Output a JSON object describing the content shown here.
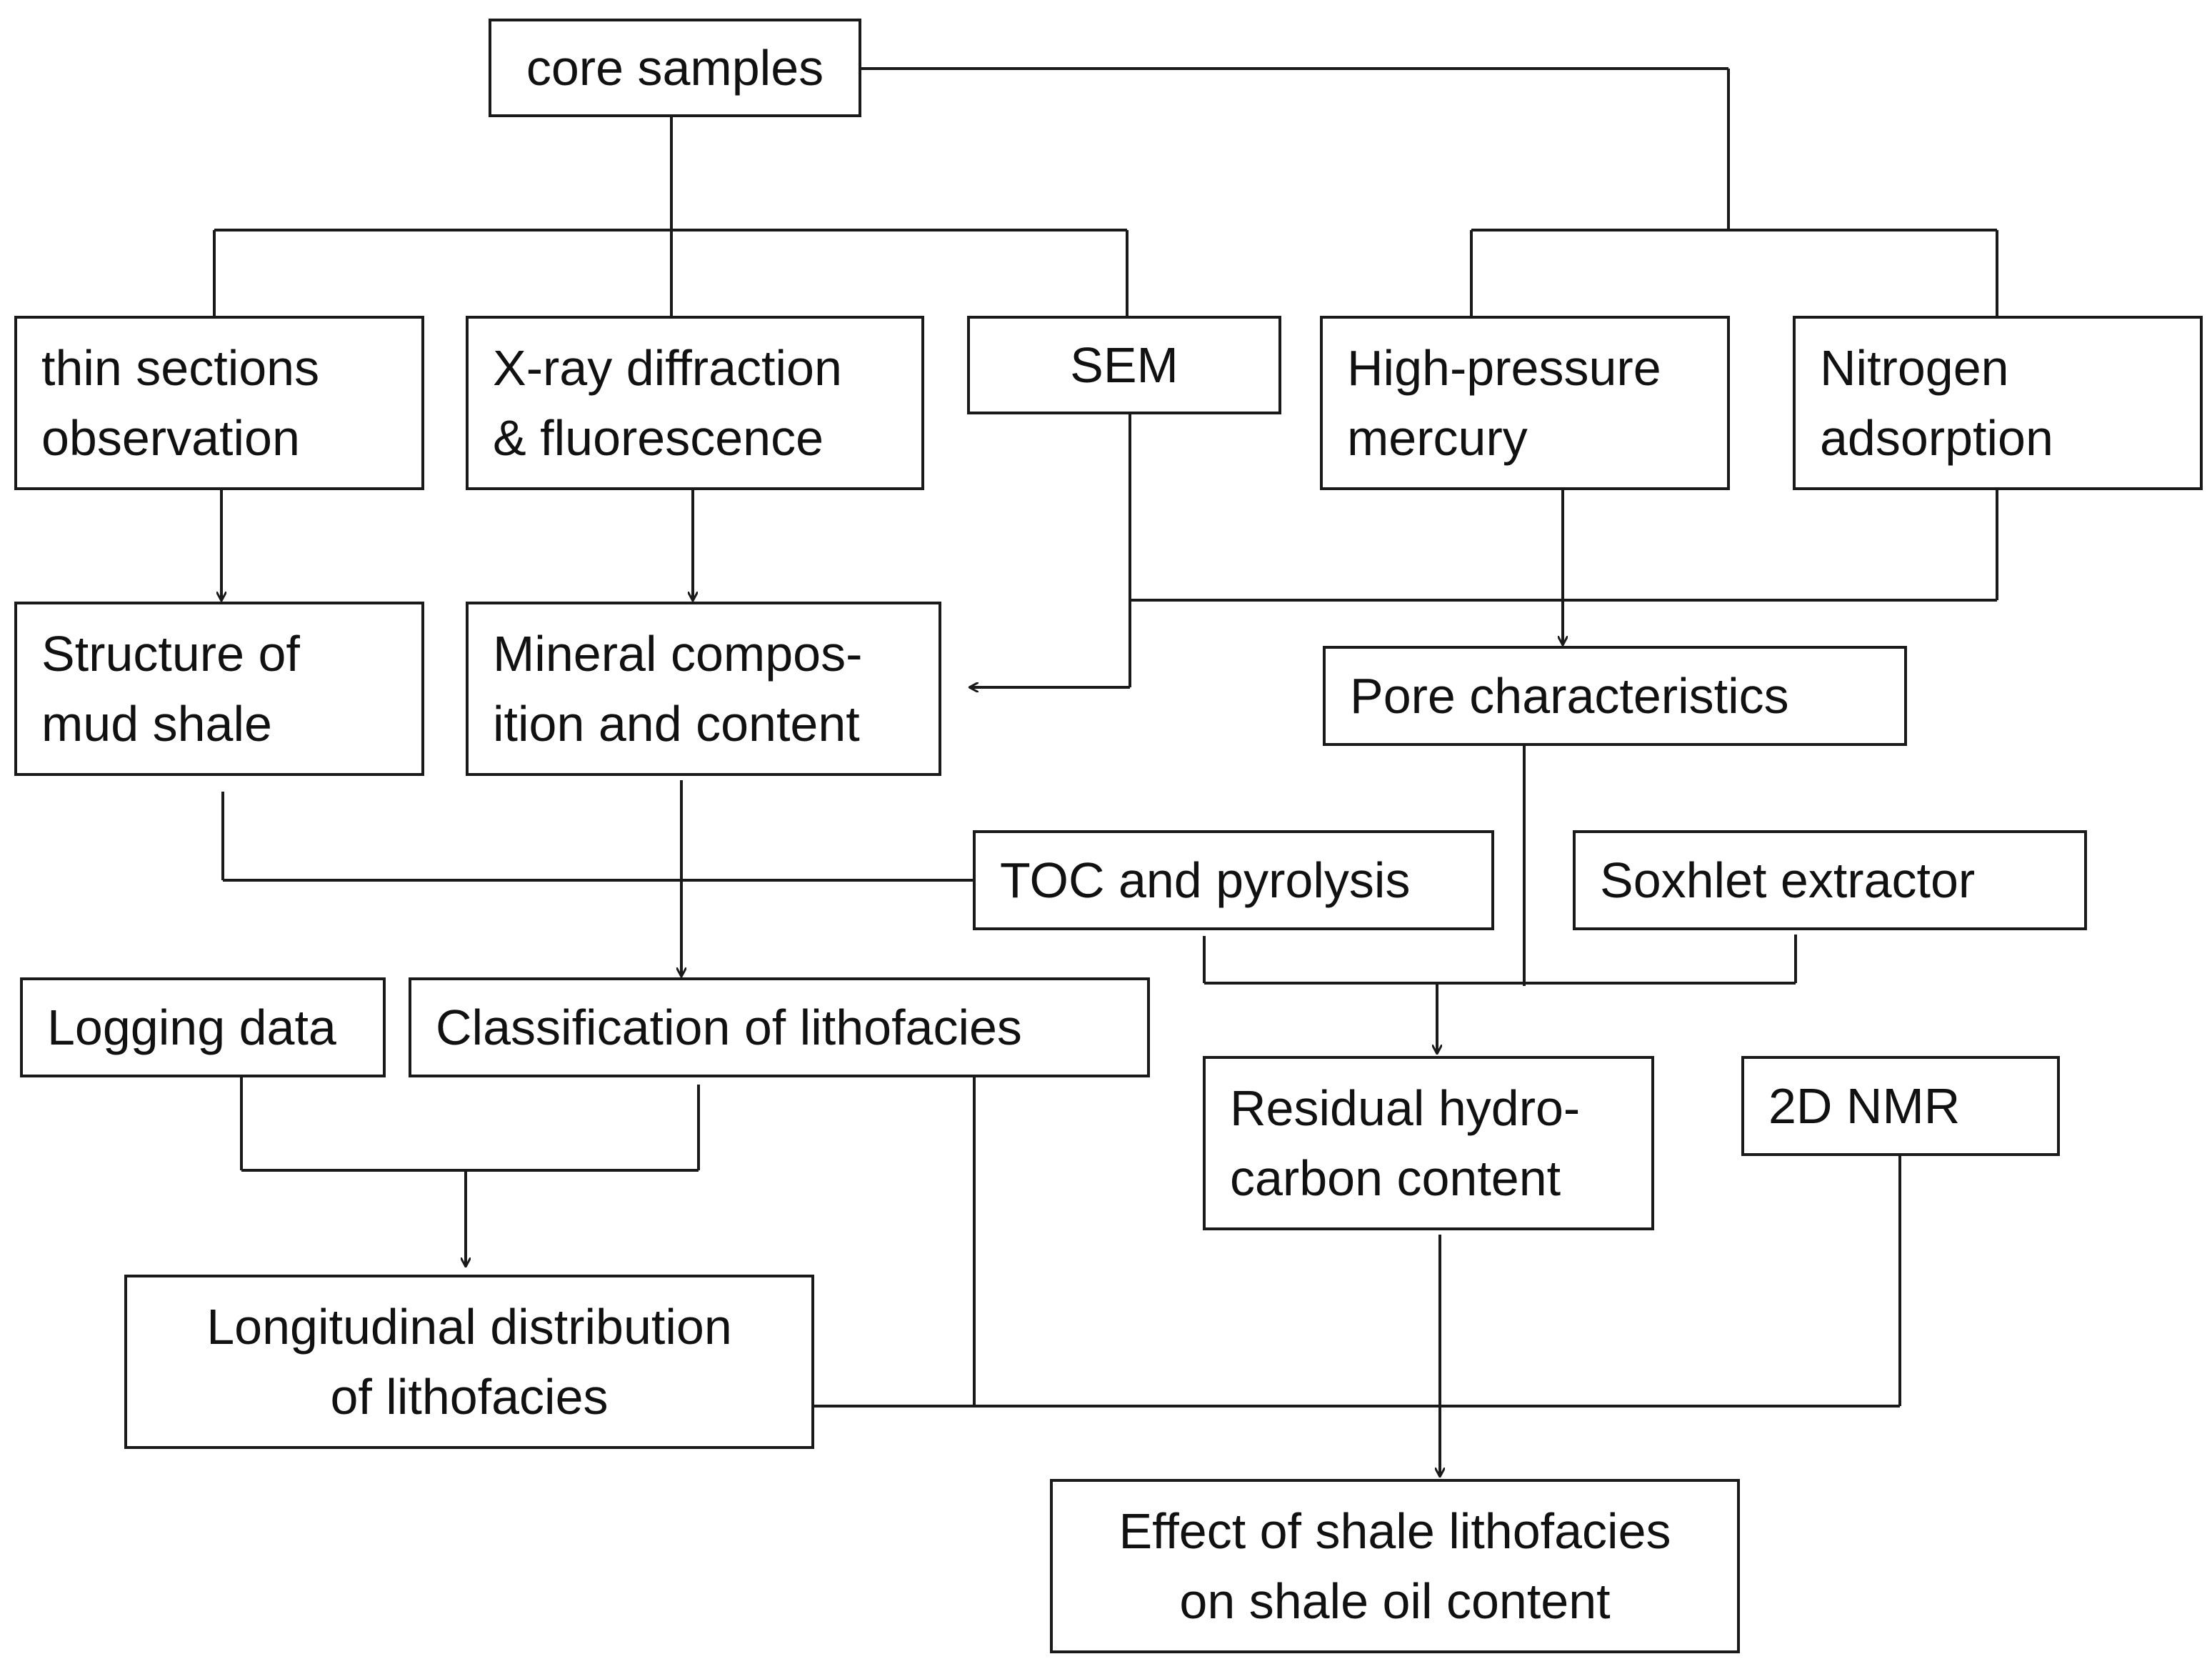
{
  "nodes": {
    "core_samples": {
      "lines": [
        "core samples"
      ]
    },
    "thin_sections": {
      "lines": [
        "thin sections",
        "observation"
      ]
    },
    "xrd": {
      "lines": [
        "X-ray diffraction",
        "& fluorescence"
      ]
    },
    "sem": {
      "lines": [
        "SEM"
      ]
    },
    "high_pressure": {
      "lines": [
        "High-pressure",
        "mercury"
      ]
    },
    "nitrogen": {
      "lines": [
        "Nitrogen",
        "adsorption"
      ]
    },
    "structure": {
      "lines": [
        "Structure of",
        "mud shale"
      ]
    },
    "mineral": {
      "lines": [
        "Mineral compos-",
        "ition and content"
      ]
    },
    "pore": {
      "lines": [
        "Pore characteristics"
      ]
    },
    "toc": {
      "lines": [
        "TOC and pyrolysis"
      ]
    },
    "soxhlet": {
      "lines": [
        "Soxhlet extractor"
      ]
    },
    "logging": {
      "lines": [
        "Logging data"
      ]
    },
    "classification": {
      "lines": [
        "Classification of lithofacies"
      ]
    },
    "residual": {
      "lines": [
        "Residual hydro-",
        "carbon content"
      ]
    },
    "nmr": {
      "lines": [
        "2D NMR"
      ]
    },
    "longitudinal": {
      "lines": [
        "Longitudinal distribution",
        "of lithofacies"
      ]
    },
    "effect": {
      "lines": [
        "Effect of shale lithofacies",
        "on shale oil content"
      ]
    }
  },
  "colors": {
    "line": "#1a1a1a",
    "text": "#111111",
    "background": "#ffffff"
  }
}
